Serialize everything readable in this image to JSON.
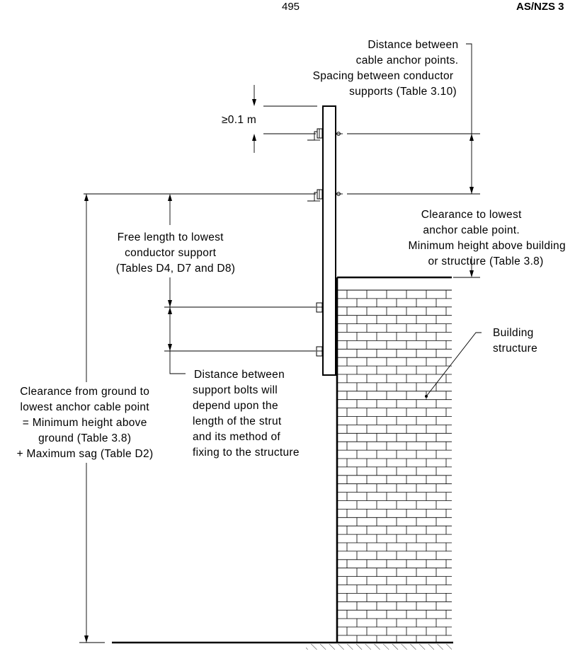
{
  "header": {
    "page_number": "495",
    "standard": "AS/NZS 3"
  },
  "labels": {
    "anchor_spacing": [
      "Distance between",
      "cable anchor points.",
      "Spacing between conductor",
      "supports (Table 3.10)"
    ],
    "min_spacing": "≥0.1 m",
    "lowest_clearance": [
      "Clearance to lowest",
      "anchor cable point.",
      "Minimum height above building",
      "or structure (Table 3.8)"
    ],
    "free_length": [
      "Free length to lowest",
      "conductor support",
      "(Tables D4, D7 and D8)"
    ],
    "building": [
      "Building",
      "structure"
    ],
    "bolt_distance": [
      "Distance between",
      "support bolts will",
      "depend upon the",
      "length of the strut",
      "and its method of",
      "fixing to the structure"
    ],
    "ground_clearance": [
      "Clearance from ground to",
      "lowest anchor cable point",
      "= Minimum height above",
      "ground (Table 3.8)",
      "+ Maximum sag (Table D2)"
    ]
  }
}
